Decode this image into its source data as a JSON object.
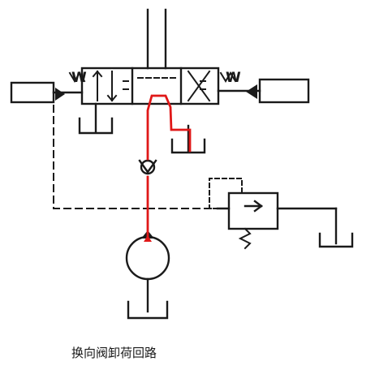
{
  "diagram": {
    "caption": "换向阀卸荷回路",
    "spring_left_label": "W",
    "spring_right_label": "W"
  },
  "colors": {
    "line": "#1a1a1a",
    "highlight_path": "#e01818",
    "background": "#ffffff"
  },
  "icons": [
    "directional-valve-symbol",
    "check-valve-symbol",
    "relief-valve-symbol",
    "pump-symbol",
    "tank-symbol",
    "spring-symbol"
  ]
}
